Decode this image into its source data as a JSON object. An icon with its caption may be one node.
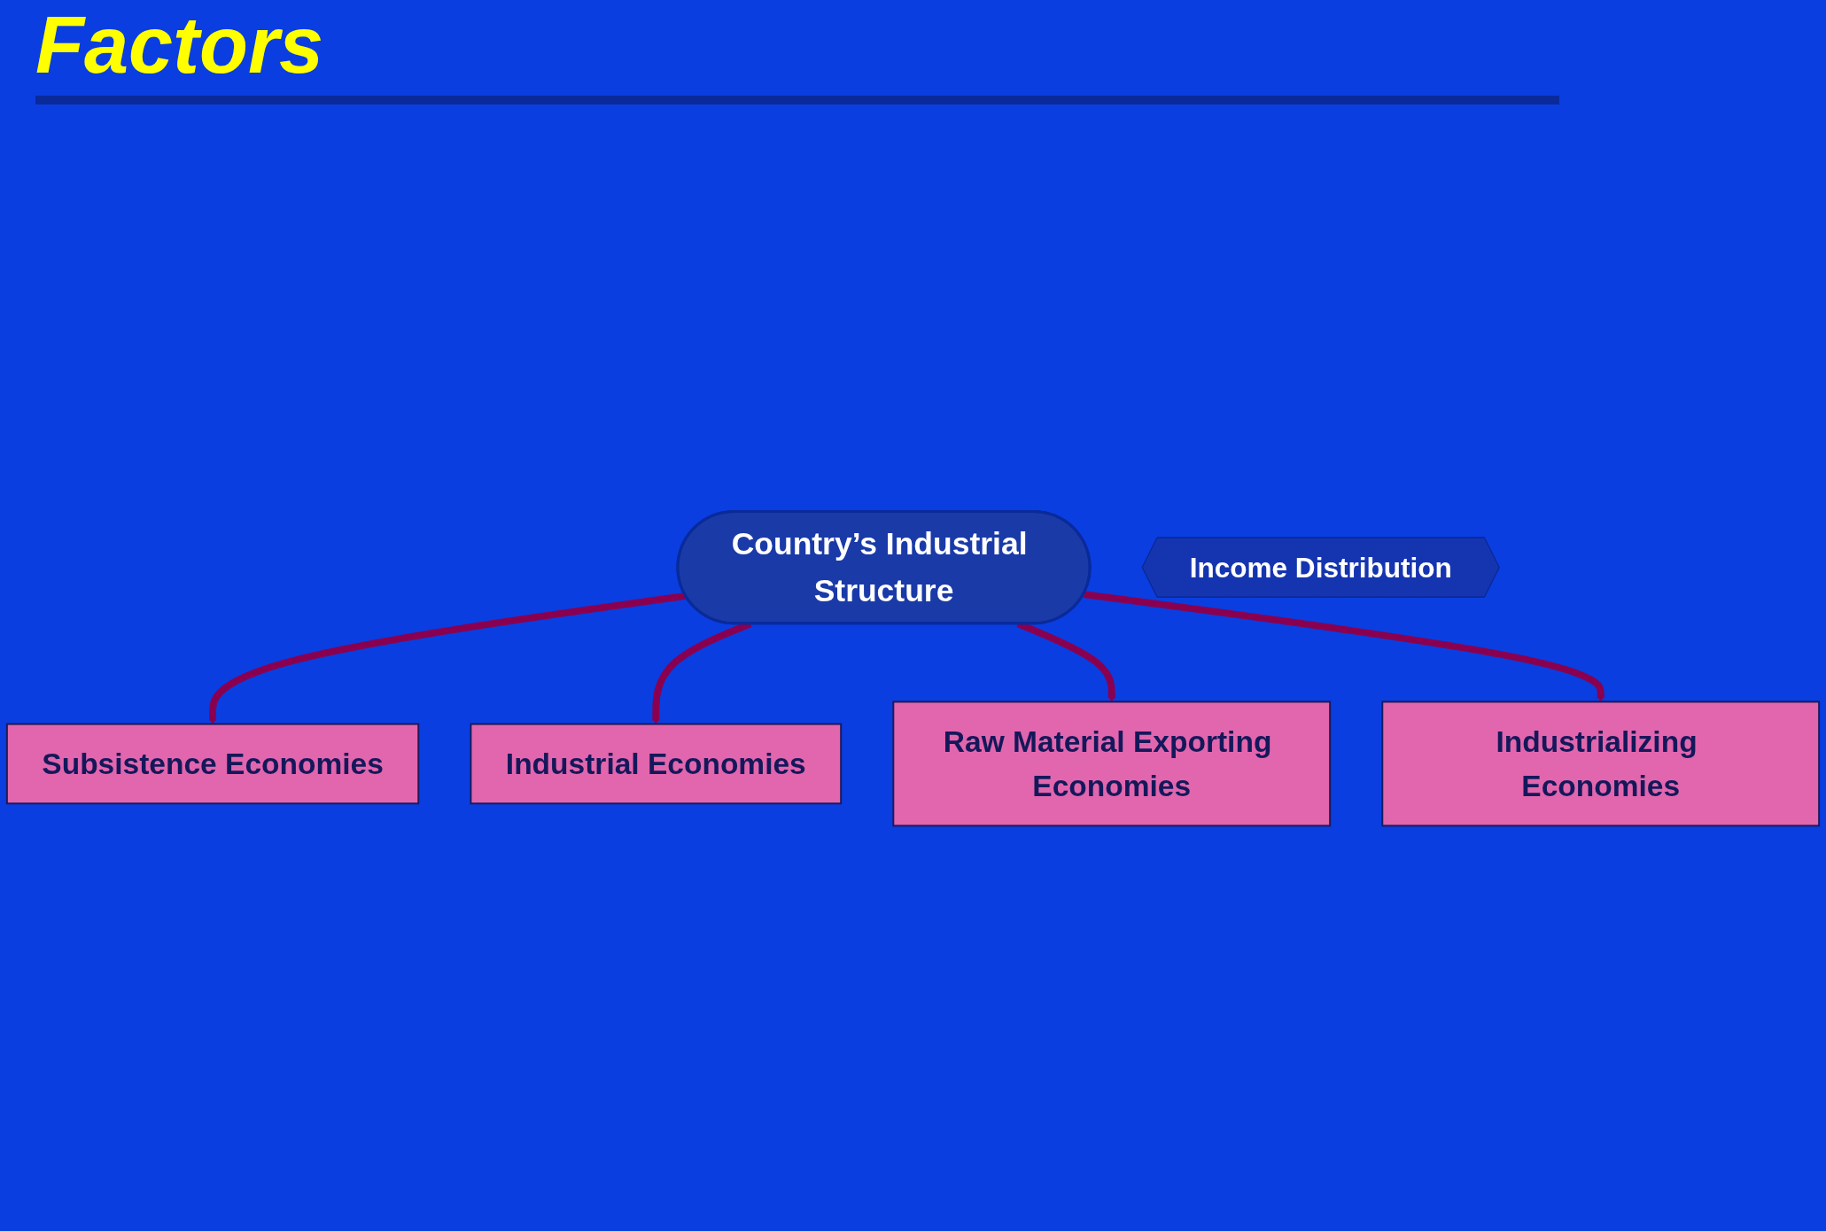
{
  "diagram": {
    "title": "Factors",
    "nodes": [
      {
        "text": [
          "Country’s Industrial Structure"
        ]
      },
      {
        "text": [
          "Subsistence Economies"
        ]
      },
      {
        "text": [
          "Industrial Economies"
        ]
      },
      {
        "text": [
          "Raw Material Exporting Economies"
        ]
      },
      {
        "text": [
          "Industrializing Economies"
        ]
      },
      {
        "text": [
          "Income Distribution"
        ]
      }
    ],
    "edges": [
      {
        "from": 0,
        "to": 1,
        "arrow": "to"
      },
      {
        "from": 0,
        "to": 2,
        "arrow": "to"
      },
      {
        "from": 0,
        "to": 3,
        "arrow": "to"
      },
      {
        "from": 0,
        "to": 4,
        "arrow": "to"
      }
    ]
  }
}
